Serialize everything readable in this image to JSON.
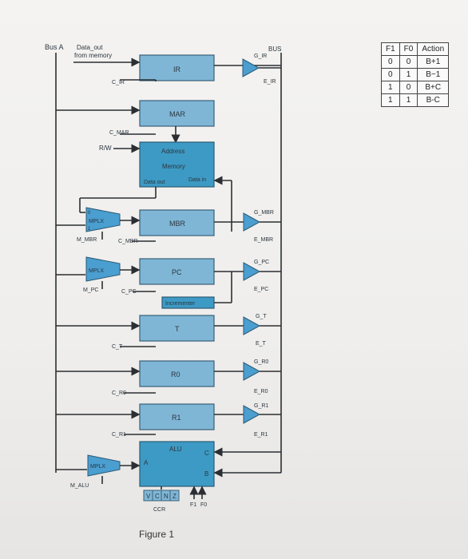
{
  "labels": {
    "bus_a": "Bus A",
    "bus_b": "BUS",
    "data_out_from_memory": "Data_out",
    "data_out_from_memory_2": "from memory",
    "ir": "IR",
    "mar": "MAR",
    "address": "Address",
    "memory": "Memory",
    "data_out": "Data out",
    "data_in": "Data in",
    "mbr": "MBR",
    "pc": "PC",
    "incrementer": "Incrementer",
    "t": "T",
    "r0": "R0",
    "r1": "R1",
    "alu": "ALU",
    "alu_a": "A",
    "alu_b": "B",
    "alu_c": "C",
    "ccr": "CCR",
    "ccr_flags": [
      "V",
      "C",
      "N",
      "Z"
    ],
    "f1": "F1",
    "f0": "F0",
    "mplx": "MPLX",
    "m_mbr": "M_MBR",
    "m_pc": "M_PC",
    "m_alu": "M_ALU",
    "rw": "R/W",
    "c_ir": "C_IR",
    "c_mar": "C_MAR",
    "c_mbr": "C_MBR",
    "c_pc": "C_PC",
    "c_t": "C_T",
    "c_r0": "C_R0",
    "c_r1": "C_R1",
    "g_ir": "G_IR",
    "e_ir": "E_IR",
    "g_mbr": "G_MBR",
    "e_mbr": "E_MBR",
    "g_pc": "G_PC",
    "e_pc": "E_PC",
    "g_t": "G_T",
    "e_t": "E_T",
    "g_r0": "G_R0",
    "e_r0": "E_R0",
    "g_r1": "G_R1",
    "e_r1": "E_R1",
    "mux_0": "0",
    "mux_1": "1"
  },
  "truth_table": {
    "headers": [
      "F1",
      "F0",
      "Action"
    ],
    "rows": [
      [
        "0",
        "0",
        "B+1"
      ],
      [
        "0",
        "1",
        "B−1"
      ],
      [
        "1",
        "0",
        "B+C"
      ],
      [
        "1",
        "1",
        "B-C"
      ]
    ]
  },
  "caption": "Figure 1",
  "colors": {
    "block": "#7fb6d6",
    "block_dark": "#3d9ac4",
    "wire": "#2b2f33",
    "background": "#f2f1ef"
  }
}
